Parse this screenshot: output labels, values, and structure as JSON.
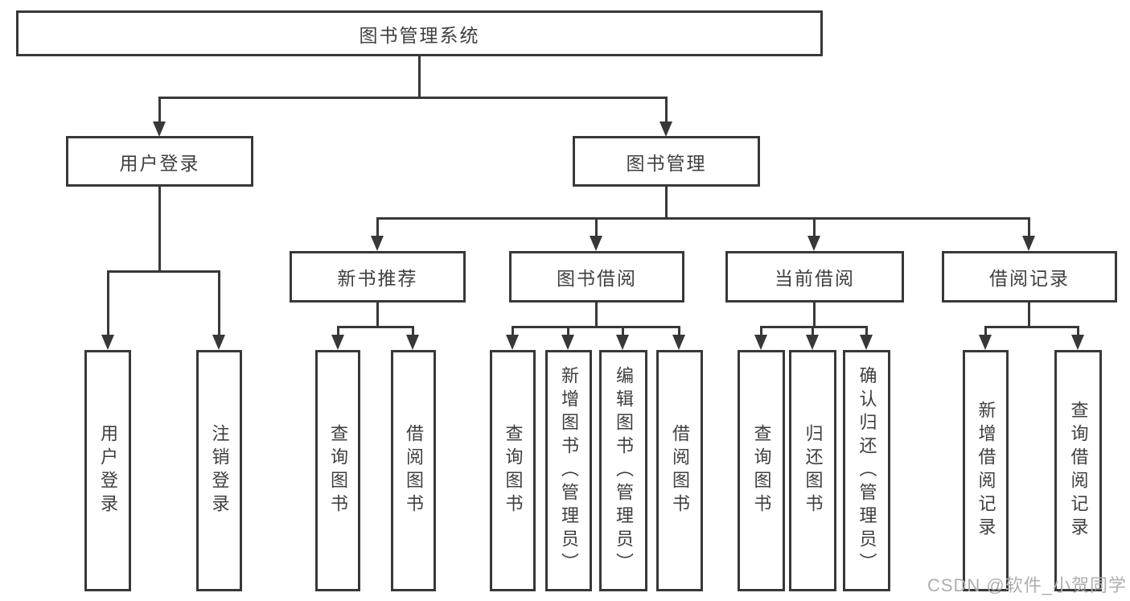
{
  "diagram": {
    "title_node": "图书管理系统",
    "level2": {
      "user_login": "用户登录",
      "book_management": "图书管理"
    },
    "level3": {
      "new_book_recommend": "新书推荐",
      "book_borrow": "图书借阅",
      "current_borrow": "当前借阅",
      "borrow_records": "借阅记录"
    },
    "leaves": {
      "login": [
        "用户登录",
        "注销登录"
      ],
      "recommend": [
        "查询图书",
        "借阅图书"
      ],
      "borrow": [
        "查询图书",
        "新增图书（管理员）",
        "编辑图书（管理员）",
        "借阅图书"
      ],
      "current": [
        "查询图书",
        "归还图书",
        "确认归还（管理员）"
      ],
      "records": [
        "新增借阅记录",
        "查询借阅记录"
      ]
    },
    "watermark": "CSDN @软件_小贺同学",
    "colors": {
      "line": "#383838",
      "text": "#3f3f3f",
      "background": "#ffffff",
      "watermark": "#aeaeae"
    }
  }
}
